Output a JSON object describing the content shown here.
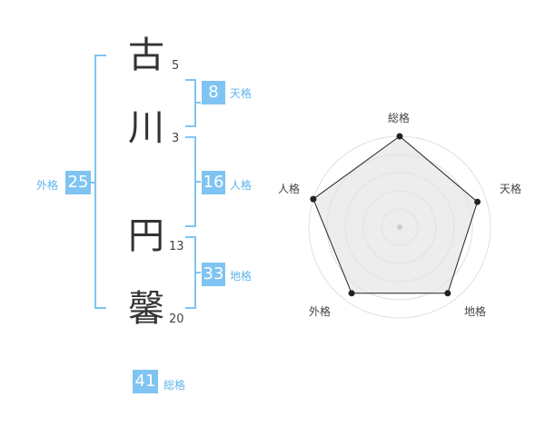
{
  "name": {
    "characters": [
      {
        "char": "古",
        "strokes": "5"
      },
      {
        "char": "川",
        "strokes": "3"
      },
      {
        "char": "円",
        "strokes": "13"
      },
      {
        "char": "馨",
        "strokes": "20"
      }
    ]
  },
  "fortune": {
    "tenkaku": {
      "value": "8",
      "label": "天格"
    },
    "jinkaku": {
      "value": "16",
      "label": "人格"
    },
    "chikaku": {
      "value": "33",
      "label": "地格"
    },
    "gaikaku": {
      "value": "25",
      "label": "外格"
    },
    "soukaku": {
      "value": "41",
      "label": "総格"
    }
  },
  "colors": {
    "accent": "#7fc4f2",
    "label": "#5fb5ea",
    "text": "#333333",
    "radar_fill": "#eeeeee",
    "radar_line": "#222222"
  },
  "chart_data": {
    "type": "radar",
    "axes": [
      "総格",
      "天格",
      "地格",
      "外格",
      "人格"
    ],
    "values": [
      5,
      4.5,
      4.5,
      4.5,
      5
    ],
    "range": [
      0,
      5
    ],
    "rings": 5
  }
}
